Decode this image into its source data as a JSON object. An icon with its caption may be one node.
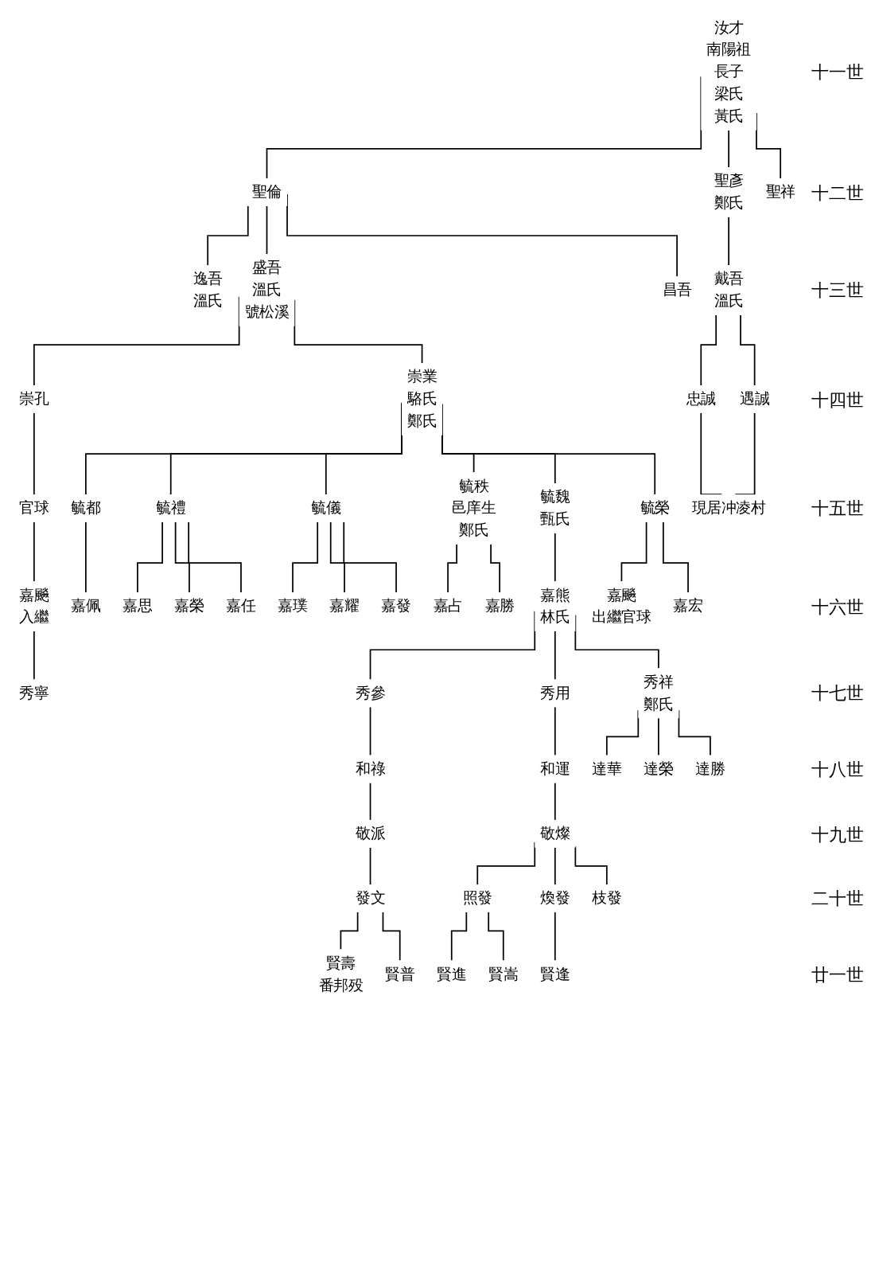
{
  "diagram": {
    "nodes": [
      {
        "text": [
          "汝才",
          "南陽祖",
          "長子",
          "梁氏",
          "黃氏"
        ]
      },
      {
        "text": [
          "聖倫"
        ]
      },
      {
        "text": [
          "聖彥",
          "鄭氏"
        ]
      },
      {
        "text": [
          "聖祥"
        ]
      },
      {
        "text": [
          "逸吾",
          "溫氏"
        ]
      },
      {
        "text": [
          "盛吾",
          "溫氏",
          "號松溪"
        ]
      },
      {
        "text": [
          "昌吾"
        ]
      },
      {
        "text": [
          "戴吾",
          "溫氏"
        ]
      },
      {
        "text": [
          "崇孔"
        ]
      },
      {
        "text": [
          "崇業",
          "駱氏",
          "鄭氏"
        ]
      },
      {
        "text": [
          "忠誠"
        ]
      },
      {
        "text": [
          "遇誠"
        ]
      },
      {
        "text": [
          "官球"
        ]
      },
      {
        "text": [
          "毓都"
        ]
      },
      {
        "text": [
          "毓禮"
        ]
      },
      {
        "text": [
          "毓儀"
        ]
      },
      {
        "text": [
          "毓秩",
          "邑庠生",
          "鄭氏"
        ]
      },
      {
        "text": [
          "毓魏",
          "甄氏"
        ]
      },
      {
        "text": [
          "毓榮"
        ]
      },
      {
        "text": [
          "現居冲凌村"
        ]
      },
      {
        "text": [
          "嘉飈",
          "入繼"
        ]
      },
      {
        "text": [
          "嘉佩"
        ]
      },
      {
        "text": [
          "嘉思"
        ]
      },
      {
        "text": [
          "嘉榮"
        ]
      },
      {
        "text": [
          "嘉任"
        ]
      },
      {
        "text": [
          "嘉璞"
        ]
      },
      {
        "text": [
          "嘉耀"
        ]
      },
      {
        "text": [
          "嘉發"
        ]
      },
      {
        "text": [
          "嘉占"
        ]
      },
      {
        "text": [
          "嘉勝"
        ]
      },
      {
        "text": [
          "嘉熊",
          "林氏"
        ]
      },
      {
        "text": [
          "嘉飈",
          "出繼官球"
        ]
      },
      {
        "text": [
          "嘉宏"
        ]
      },
      {
        "text": [
          "秀寧"
        ]
      },
      {
        "text": [
          "秀參"
        ]
      },
      {
        "text": [
          "秀用"
        ]
      },
      {
        "text": [
          "秀祥",
          "鄭氏"
        ]
      },
      {
        "text": [
          "和祿"
        ]
      },
      {
        "text": [
          "和運"
        ]
      },
      {
        "text": [
          "達華"
        ]
      },
      {
        "text": [
          "達榮"
        ]
      },
      {
        "text": [
          "達勝"
        ]
      },
      {
        "text": [
          "敬派"
        ]
      },
      {
        "text": [
          "敬燦"
        ]
      },
      {
        "text": [
          "發文"
        ]
      },
      {
        "text": [
          "照發"
        ]
      },
      {
        "text": [
          "煥發"
        ]
      },
      {
        "text": [
          "枝發"
        ]
      },
      {
        "text": [
          "賢壽",
          "番邦殁"
        ]
      },
      {
        "text": [
          "賢普"
        ]
      },
      {
        "text": [
          "賢進"
        ]
      },
      {
        "text": [
          "賢嵩"
        ]
      },
      {
        "text": [
          "賢逢"
        ]
      }
    ],
    "edges": [
      {
        "from": 0,
        "to": 1,
        "arrow": "none"
      },
      {
        "from": 0,
        "to": 2,
        "arrow": "none"
      },
      {
        "from": 0,
        "to": 3,
        "arrow": "none"
      },
      {
        "from": 1,
        "to": 4,
        "arrow": "none"
      },
      {
        "from": 1,
        "to": 5,
        "arrow": "none"
      },
      {
        "from": 1,
        "to": 6,
        "arrow": "none"
      },
      {
        "from": 2,
        "to": 7,
        "arrow": "none"
      },
      {
        "from": 5,
        "to": 8,
        "arrow": "none"
      },
      {
        "from": 5,
        "to": 9,
        "arrow": "none"
      },
      {
        "from": 7,
        "to": 10,
        "arrow": "none"
      },
      {
        "from": 7,
        "to": 11,
        "arrow": "none"
      },
      {
        "from": 8,
        "to": 12,
        "arrow": "none"
      },
      {
        "from": 9,
        "to": 13,
        "arrow": "none"
      },
      {
        "from": 9,
        "to": 14,
        "arrow": "none"
      },
      {
        "from": 9,
        "to": 15,
        "arrow": "none"
      },
      {
        "from": 9,
        "to": 16,
        "arrow": "none"
      },
      {
        "from": 9,
        "to": 17,
        "arrow": "none"
      },
      {
        "from": 9,
        "to": 18,
        "arrow": "none"
      },
      {
        "from": 10,
        "to": 19,
        "arrow": "none"
      },
      {
        "from": 11,
        "to": 19,
        "arrow": "none"
      },
      {
        "from": 12,
        "to": 20,
        "arrow": "none"
      },
      {
        "from": 13,
        "to": 21,
        "arrow": "none"
      },
      {
        "from": 14,
        "to": 22,
        "arrow": "none"
      },
      {
        "from": 14,
        "to": 23,
        "arrow": "none"
      },
      {
        "from": 14,
        "to": 24,
        "arrow": "none"
      },
      {
        "from": 15,
        "to": 25,
        "arrow": "none"
      },
      {
        "from": 15,
        "to": 26,
        "arrow": "none"
      },
      {
        "from": 15,
        "to": 27,
        "arrow": "none"
      },
      {
        "from": 16,
        "to": 28,
        "arrow": "none"
      },
      {
        "from": 16,
        "to": 29,
        "arrow": "none"
      },
      {
        "from": 17,
        "to": 30,
        "arrow": "none"
      },
      {
        "from": 18,
        "to": 31,
        "arrow": "none"
      },
      {
        "from": 18,
        "to": 32,
        "arrow": "none"
      },
      {
        "from": 20,
        "to": 33,
        "arrow": "none"
      },
      {
        "from": 30,
        "to": 34,
        "arrow": "none"
      },
      {
        "from": 30,
        "to": 35,
        "arrow": "none"
      },
      {
        "from": 30,
        "to": 36,
        "arrow": "none"
      },
      {
        "from": 34,
        "to": 37,
        "arrow": "none"
      },
      {
        "from": 35,
        "to": 38,
        "arrow": "none"
      },
      {
        "from": 36,
        "to": 39,
        "arrow": "none"
      },
      {
        "from": 36,
        "to": 40,
        "arrow": "none"
      },
      {
        "from": 36,
        "to": 41,
        "arrow": "none"
      },
      {
        "from": 37,
        "to": 42,
        "arrow": "none"
      },
      {
        "from": 38,
        "to": 43,
        "arrow": "none"
      },
      {
        "from": 42,
        "to": 44,
        "arrow": "none"
      },
      {
        "from": 43,
        "to": 45,
        "arrow": "none"
      },
      {
        "from": 43,
        "to": 46,
        "arrow": "none"
      },
      {
        "from": 43,
        "to": 47,
        "arrow": "none"
      },
      {
        "from": 44,
        "to": 48,
        "arrow": "none"
      },
      {
        "from": 44,
        "to": 49,
        "arrow": "none"
      },
      {
        "from": 45,
        "to": 50,
        "arrow": "none"
      },
      {
        "from": 45,
        "to": 51,
        "arrow": "none"
      },
      {
        "from": 46,
        "to": 52,
        "arrow": "none"
      }
    ],
    "labels": [
      "十一世",
      "十二世",
      "十三世",
      "十四世",
      "十五世",
      "十六世",
      "十七世",
      "十八世",
      "十九世",
      "二十世",
      "廿一世"
    ]
  }
}
